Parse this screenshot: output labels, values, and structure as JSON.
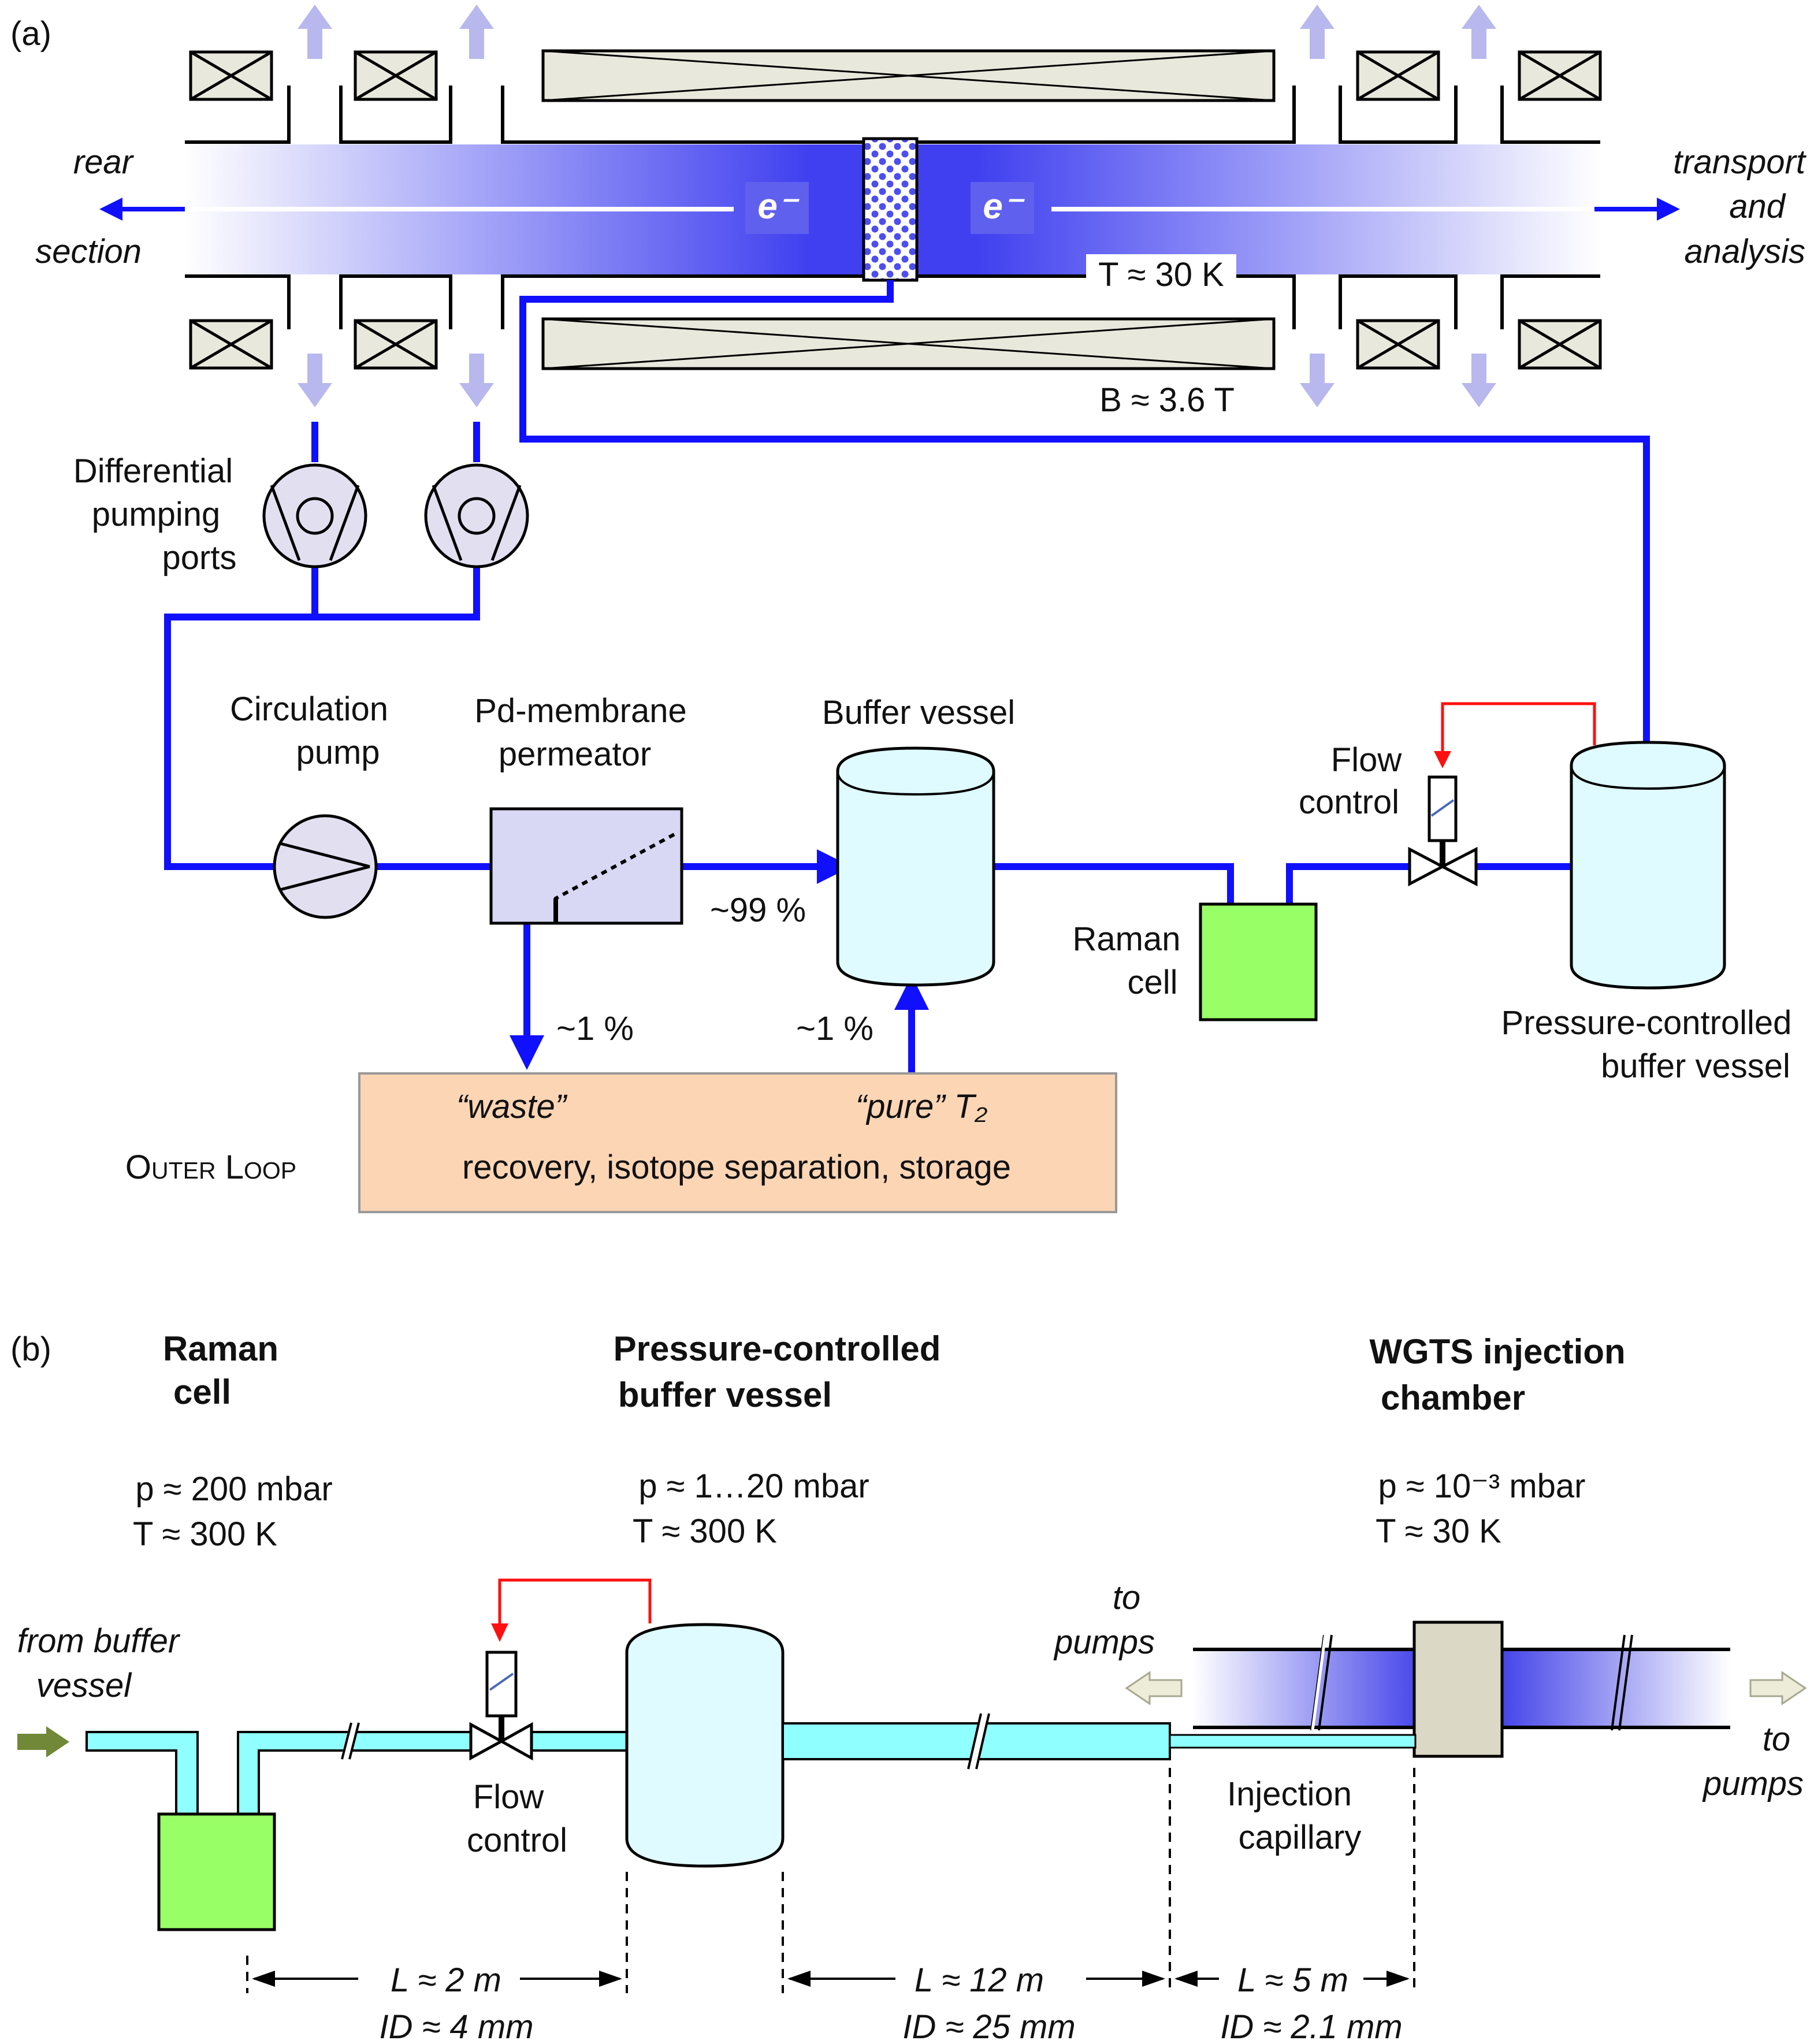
{
  "panel_a": {
    "label": "(a)",
    "rear_line1": "rear",
    "rear_line2": "section",
    "transport_line1": "transport",
    "transport_line2": "and",
    "transport_line3": "analysis",
    "electron": "e⁻",
    "temperature": "T ≈ 30 K",
    "field": "B ≈ 3.6 T",
    "diff_pumping_line1": "Differential",
    "diff_pumping_line2": "pumping",
    "diff_pumping_line3": "ports",
    "circ_pump_line1": "Circulation",
    "circ_pump_line2": "pump",
    "pd_line1": "Pd-membrane",
    "pd_line2": "permeator",
    "buffer_vessel": "Buffer vessel",
    "flow_control_line1": "Flow",
    "flow_control_line2": "control",
    "raman_line1": "Raman",
    "raman_line2": "cell",
    "pcbv_line1": "Pressure-controlled",
    "pcbv_line2": "buffer vessel",
    "pct_99": "~99 %",
    "pct_1_left": "~1 %",
    "pct_1_right": "~1 %",
    "waste": "“waste”",
    "pure": "“pure” T₂",
    "outer_loop": "Outer Loop",
    "outer_desc": "recovery, isotope separation, storage"
  },
  "panel_b": {
    "label": "(b)",
    "raman_title_line1": "Raman",
    "raman_title_line2": "cell",
    "raman_p": "p ≈ 200 mbar",
    "raman_T": "T ≈ 300 K",
    "pcbv_title_line1": "Pressure-controlled",
    "pcbv_title_line2": "buffer vessel",
    "pcbv_p": "p ≈ 1…20 mbar",
    "pcbv_T": "T ≈ 300 K",
    "wgts_title_line1": "WGTS injection",
    "wgts_title_line2": "chamber",
    "wgts_p": "p ≈ 10⁻³ mbar",
    "wgts_T": "T ≈ 30 K",
    "from_buffer_line1": "from buffer",
    "from_buffer_line2": "vessel",
    "to_pumps_left_line1": "to",
    "to_pumps_left_line2": "pumps",
    "to_pumps_right_line1": "to",
    "to_pumps_right_line2": "pumps",
    "flow_control_line1": "Flow",
    "flow_control_line2": "control",
    "injection_line1": "Injection",
    "injection_line2": "capillary",
    "dim1_L": "L ≈ 2 m",
    "dim1_ID": "ID ≈ 4 mm",
    "dim2_L": "L ≈ 12 m",
    "dim2_ID": "ID ≈ 25 mm",
    "dim3_L": "L ≈ 5 m",
    "dim3_ID": "ID ≈ 2.1 mm"
  },
  "colors": {
    "pipe": "#1010ff",
    "control_line": "#ff1010",
    "vessel": "#dffbff",
    "raman_cell": "#99ff66",
    "outer_loop_box": "#fcd5b5",
    "pump_body": "#e2e0f0",
    "permeator": "#d8d8f4",
    "magnet": "#e8e8dc",
    "capillary": "#90ffff",
    "injection_chamber": "#dcd8c6",
    "arrow_light": "#b8b8ee",
    "arrow_green": "#708838"
  }
}
